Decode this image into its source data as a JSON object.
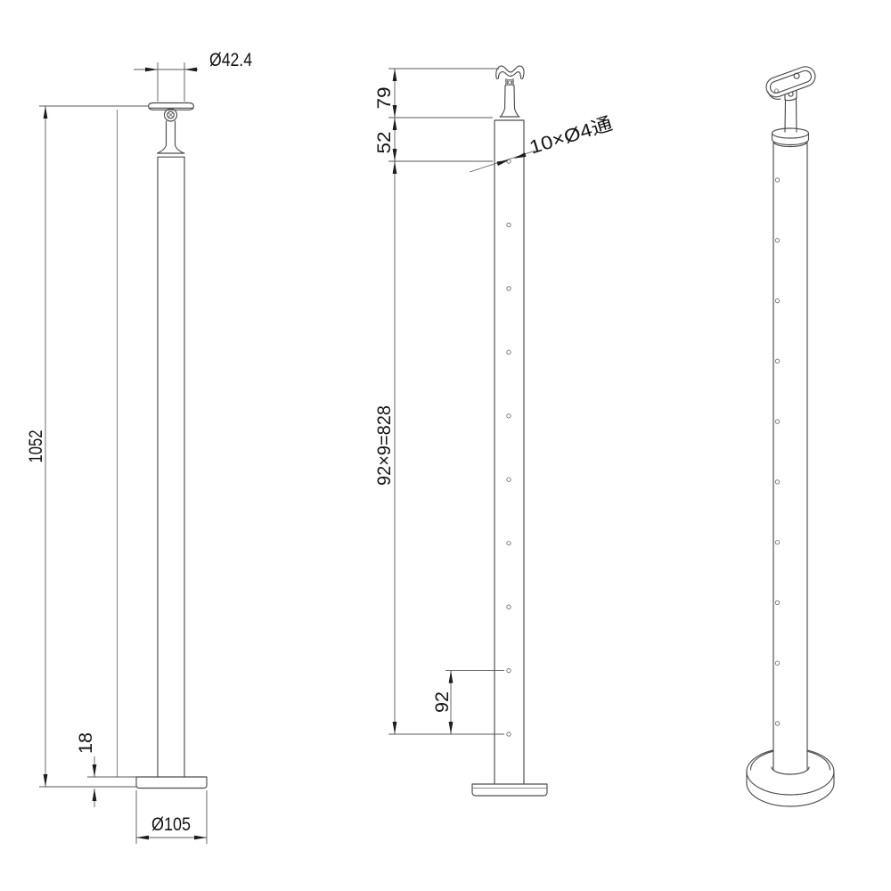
{
  "page": {
    "background": "#ffffff"
  },
  "drawing": {
    "line_color": "#4c4c4c",
    "dimension_color": "#5a5a5a",
    "text_color": "#141414",
    "front_view": {
      "top_diameter": "Ø42.4",
      "total_height": "1052",
      "base_thickness": "18",
      "base_diameter": "Ø105"
    },
    "side_view": {
      "saddle_height": "79",
      "collar_to_first_hole": "52",
      "hole_callout": "10×Ø4通",
      "hole_span": "92×9=828",
      "hole_pitch": "92"
    }
  }
}
